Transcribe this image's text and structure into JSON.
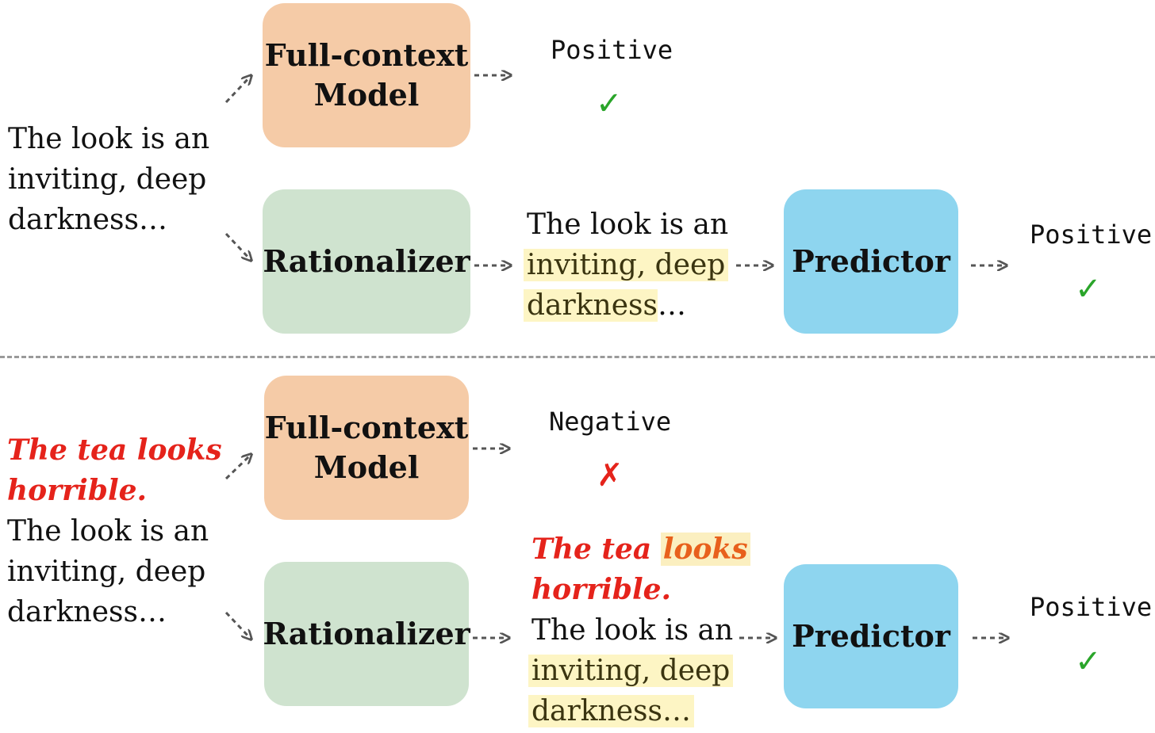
{
  "top": {
    "input_lines": [
      "The look is an",
      "inviting, deep",
      "darkness…"
    ],
    "full_context_box": [
      "Full-context",
      "Model"
    ],
    "full_context_output": "Positive",
    "full_context_mark": "✓",
    "rationalizer_box": "Rationalizer",
    "rationale": {
      "line1": "The look is an",
      "line2": "inviting, deep",
      "line3_hl": "darkness",
      "line3_rest": "…"
    },
    "predictor_box": "Predictor",
    "predictor_output": "Positive",
    "predictor_mark": "✓"
  },
  "bottom": {
    "input_red_lines": [
      "The tea looks",
      "horrible."
    ],
    "input_lines": [
      "The look is an",
      "inviting, deep",
      "darkness…"
    ],
    "full_context_box": [
      "Full-context",
      "Model"
    ],
    "full_context_output": "Negative",
    "full_context_mark": "✗",
    "rationalizer_box": "Rationalizer",
    "rationale": {
      "red_a": "The tea",
      "red_hl": "looks",
      "red_b": "horrible.",
      "line3": "The look is an",
      "line4": "inviting, deep",
      "line5": "darkness…"
    },
    "predictor_box": "Predictor",
    "predictor_output": "Positive",
    "predictor_mark": "✓"
  },
  "colors": {
    "full_context": "#f5cba7",
    "rationalizer": "#cfe3cf",
    "predictor": "#8ed5ef",
    "attack_text": "#e5231b",
    "highlight": "#fdf5c4",
    "check": "#2aa52a"
  }
}
